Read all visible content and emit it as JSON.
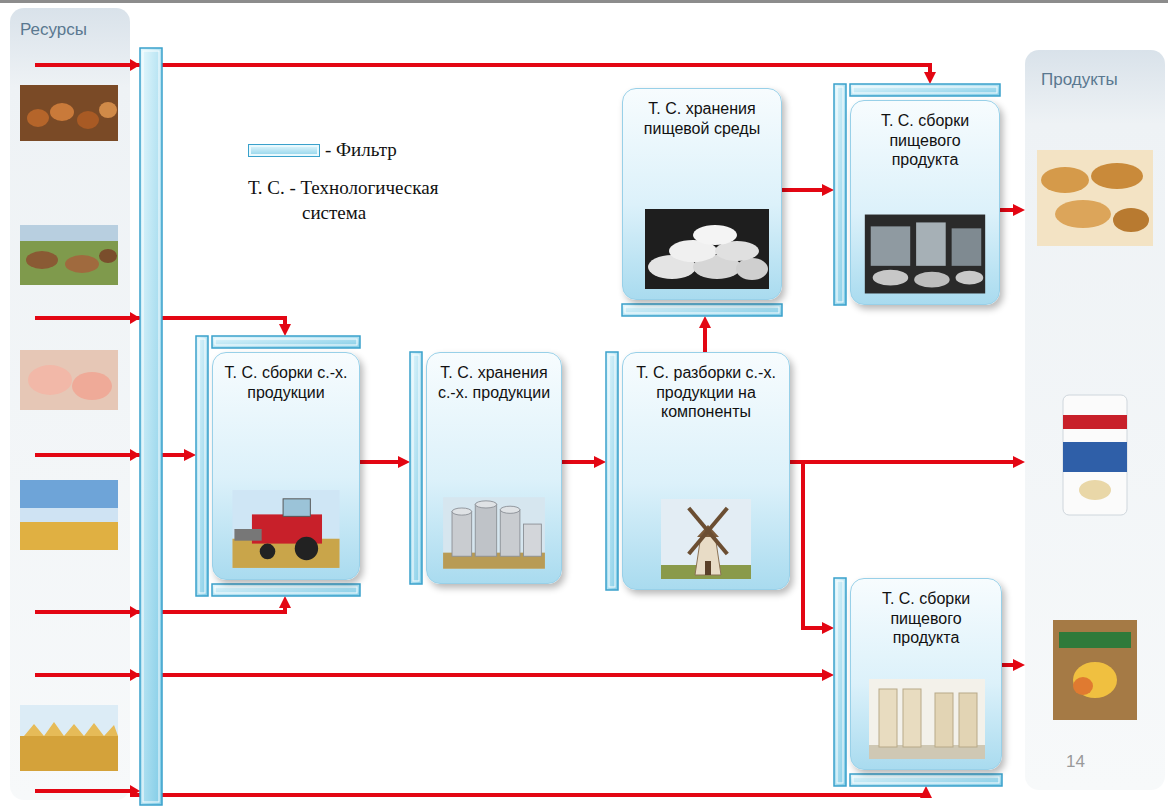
{
  "diagram": {
    "nodes": [
      {
        "text": [
          "Ресурсы"
        ]
      },
      {
        "text": [
          "Т. С. сборки с.-х. продукции"
        ]
      },
      {
        "text": [
          "Т. С. хранения с.-х. продукции"
        ]
      },
      {
        "text": [
          "Т. С. разборки с.-х. продукции на компоненты"
        ]
      },
      {
        "text": [
          "Т. С. хранения пищевой среды"
        ]
      },
      {
        "text": [
          "Т. С. сборки пищевого продукта"
        ]
      },
      {
        "text": [
          "Т. С. сборки пищевого продукта"
        ]
      },
      {
        "text": [
          "Продукты"
        ]
      }
    ],
    "edges": [
      {
        "from": 0,
        "to": 5,
        "arrow": "to"
      },
      {
        "from": 0,
        "to": 1,
        "arrow": "to"
      },
      {
        "from": 0,
        "to": 1,
        "arrow": "to"
      },
      {
        "from": 0,
        "to": 1,
        "arrow": "to"
      },
      {
        "from": 1,
        "to": 2,
        "arrow": "to"
      },
      {
        "from": 2,
        "to": 3,
        "arrow": "to"
      },
      {
        "from": 3,
        "to": 4,
        "arrow": "to"
      },
      {
        "from": 4,
        "to": 5,
        "arrow": "to"
      },
      {
        "from": 3,
        "to": 7,
        "arrow": "to"
      },
      {
        "from": 3,
        "to": 6,
        "arrow": "to"
      },
      {
        "from": 0,
        "to": 6,
        "arrow": "to"
      },
      {
        "from": 0,
        "to": 6,
        "arrow": "to"
      },
      {
        "from": 5,
        "to": 7,
        "arrow": "to"
      },
      {
        "from": 6,
        "to": 7,
        "arrow": "to"
      }
    ],
    "labels": [
      "Т. С. - Технологическая система",
      "14"
    ],
    "legend": [
      {
        "text": "- Фильтр"
      }
    ]
  }
}
